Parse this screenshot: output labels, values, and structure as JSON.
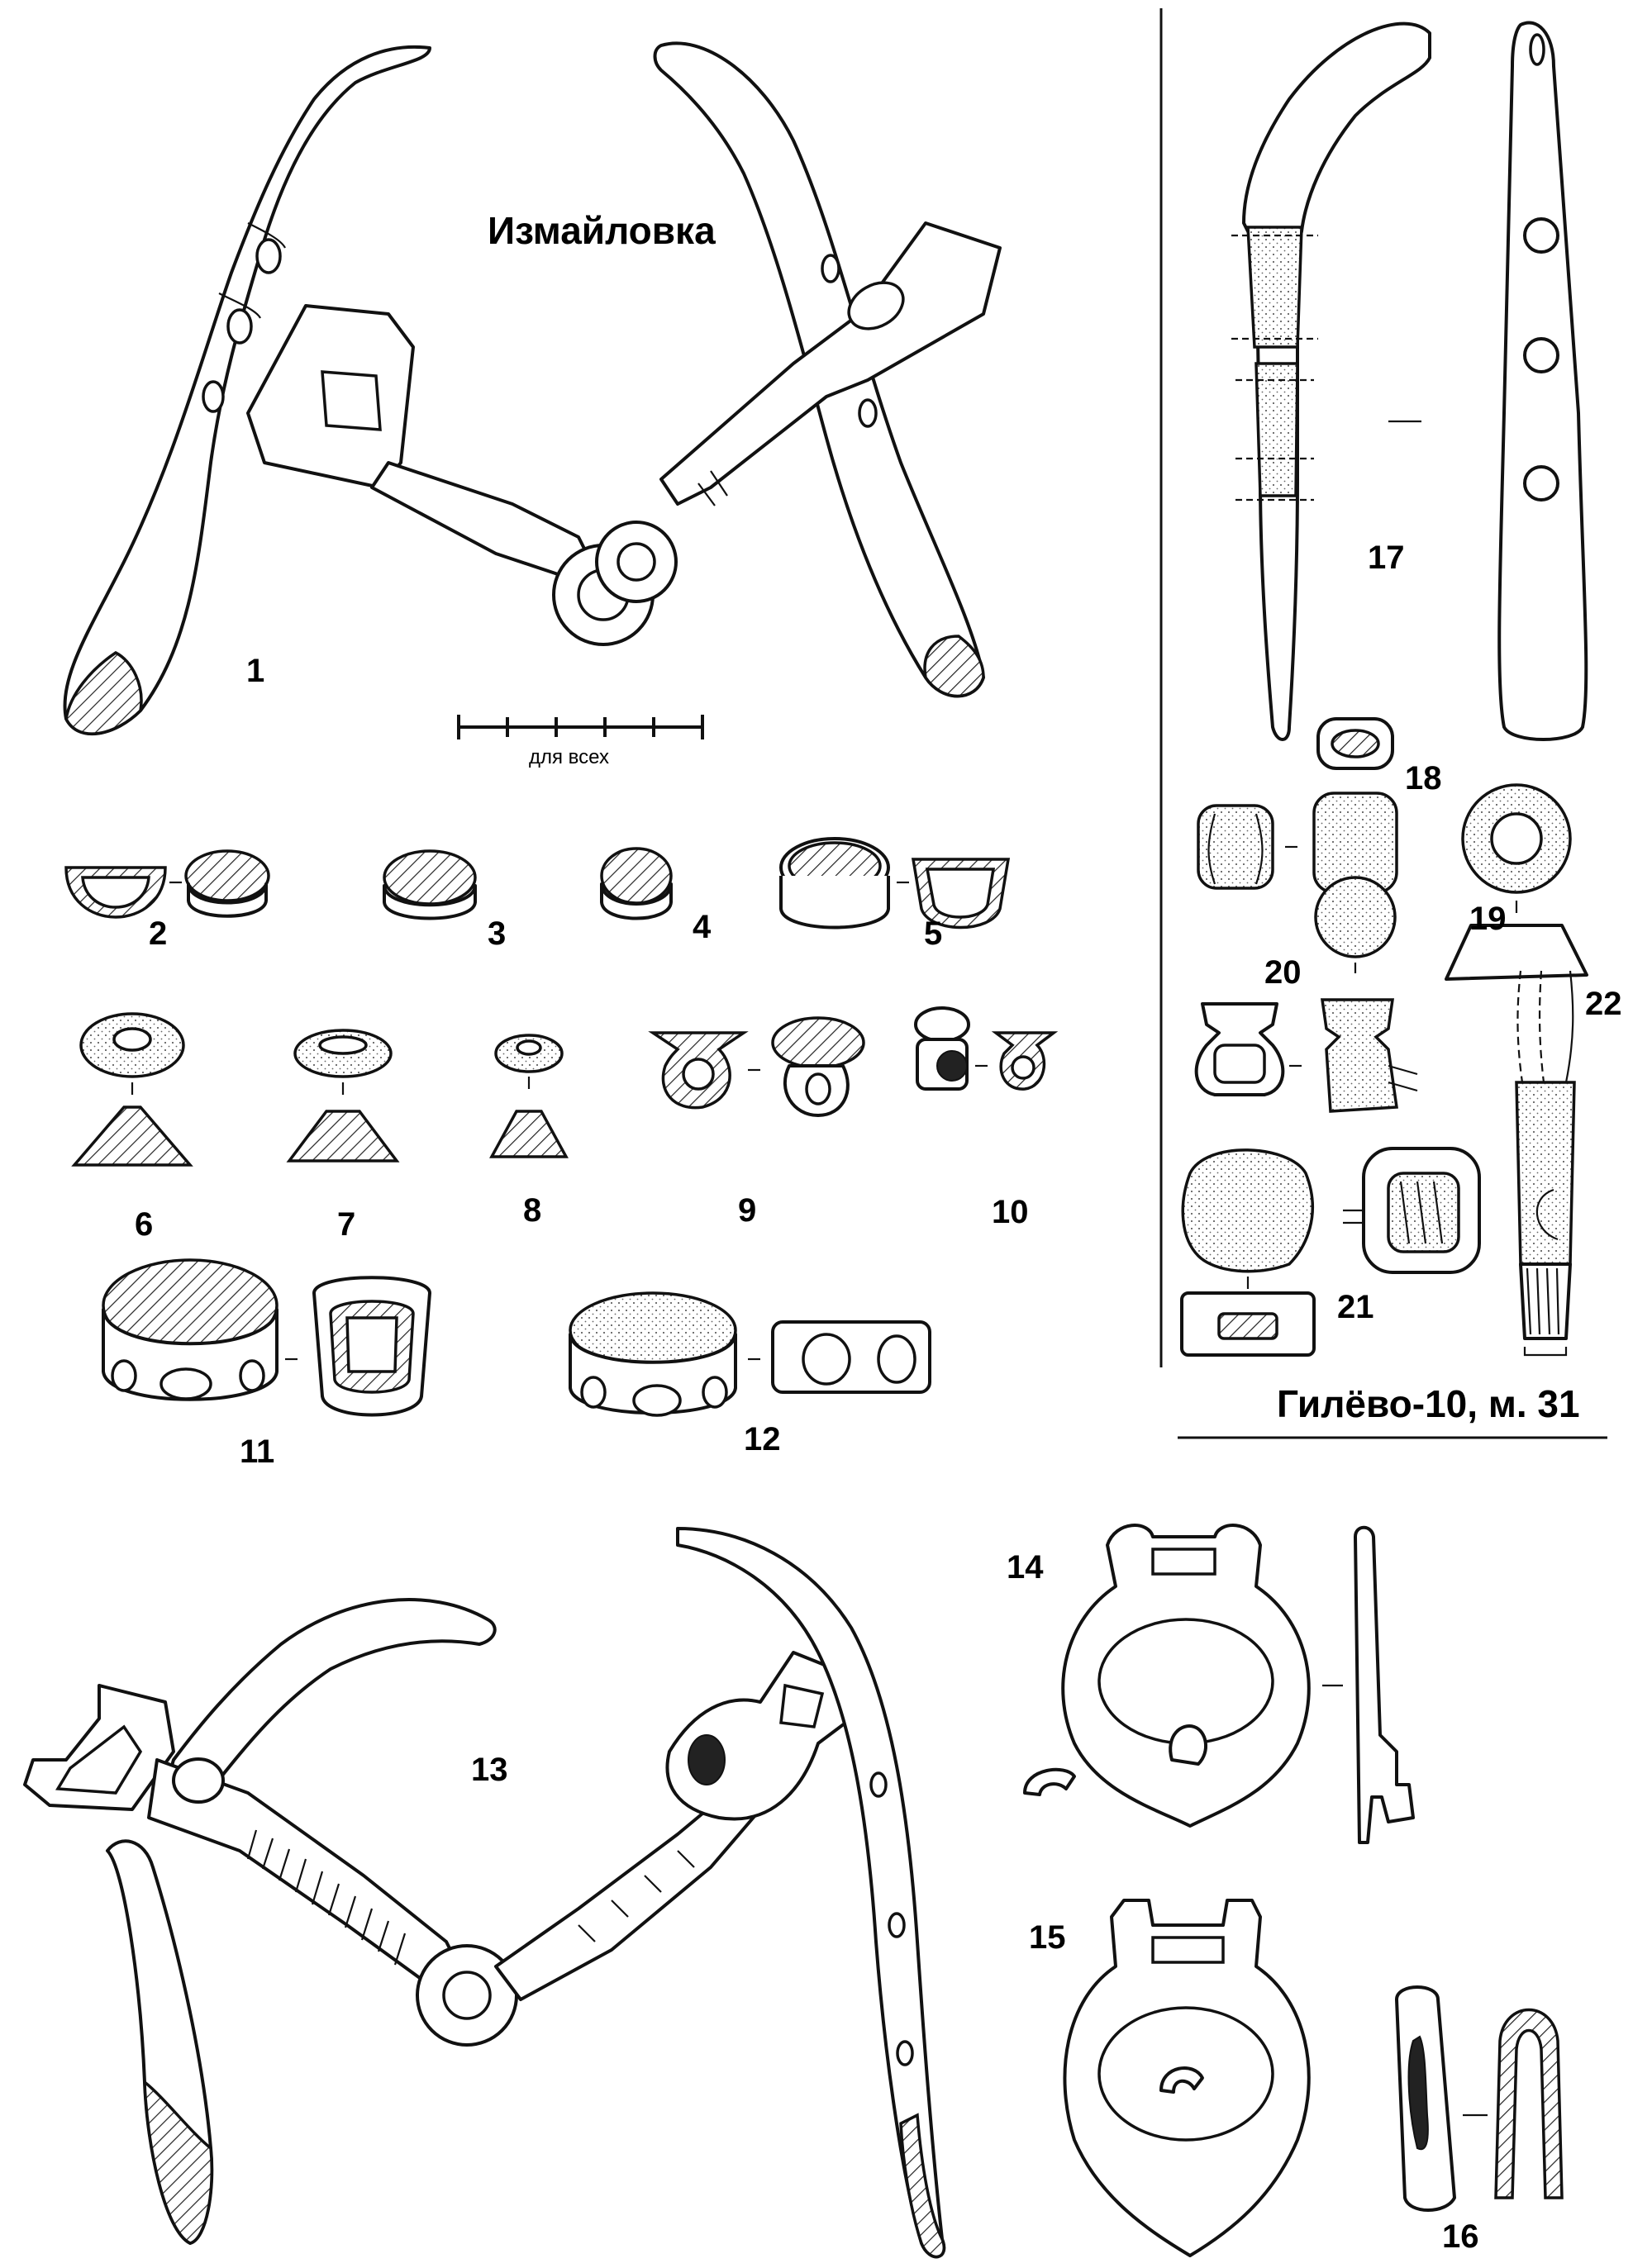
{
  "plate": {
    "site_izmailovka": "Измайловка",
    "site_gilevo": "Гилёво-10, м. 31",
    "scale_label": "для всех"
  },
  "figures": [
    {
      "id": "1",
      "label": "1"
    },
    {
      "id": "2",
      "label": "2"
    },
    {
      "id": "3",
      "label": "3"
    },
    {
      "id": "4",
      "label": "4"
    },
    {
      "id": "5",
      "label": "5"
    },
    {
      "id": "6",
      "label": "6"
    },
    {
      "id": "7",
      "label": "7"
    },
    {
      "id": "8",
      "label": "8"
    },
    {
      "id": "9",
      "label": "9"
    },
    {
      "id": "10",
      "label": "10"
    },
    {
      "id": "11",
      "label": "11"
    },
    {
      "id": "12",
      "label": "12"
    },
    {
      "id": "13",
      "label": "13"
    },
    {
      "id": "14",
      "label": "14"
    },
    {
      "id": "15",
      "label": "15"
    },
    {
      "id": "16",
      "label": "16"
    },
    {
      "id": "17",
      "label": "17"
    },
    {
      "id": "18",
      "label": "18"
    },
    {
      "id": "19",
      "label": "19"
    },
    {
      "id": "20",
      "label": "20"
    },
    {
      "id": "21",
      "label": "21"
    },
    {
      "id": "22",
      "label": "22"
    }
  ]
}
